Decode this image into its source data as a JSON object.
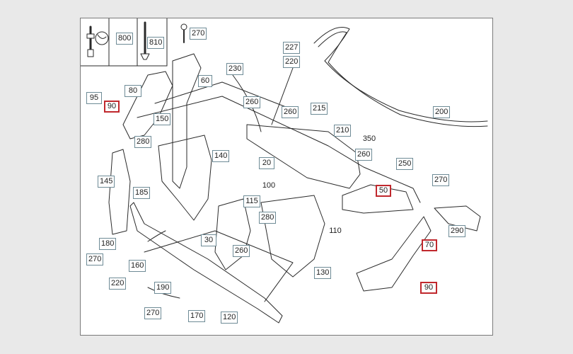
{
  "highlight_color": "#c0282d",
  "frame_color": "#6e8b96",
  "callouts": [
    {
      "id": "c800",
      "label": "800",
      "highlight": false
    },
    {
      "id": "c810",
      "label": "810",
      "highlight": false
    },
    {
      "id": "c270a",
      "label": "270",
      "highlight": false
    },
    {
      "id": "c80",
      "label": "80",
      "highlight": false
    },
    {
      "id": "c95",
      "label": "95",
      "highlight": false
    },
    {
      "id": "c90a",
      "label": "90",
      "highlight": true
    },
    {
      "id": "c60",
      "label": "60",
      "highlight": false
    },
    {
      "id": "c150",
      "label": "150",
      "highlight": false
    },
    {
      "id": "c280a",
      "label": "280",
      "highlight": false
    },
    {
      "id": "c140",
      "label": "140",
      "highlight": false
    },
    {
      "id": "c145",
      "label": "145",
      "highlight": false
    },
    {
      "id": "c185",
      "label": "185",
      "highlight": false
    },
    {
      "id": "c230",
      "label": "230",
      "highlight": false
    },
    {
      "id": "c227",
      "label": "227",
      "highlight": false
    },
    {
      "id": "c220a",
      "label": "220",
      "highlight": false
    },
    {
      "id": "c260a",
      "label": "260",
      "highlight": false
    },
    {
      "id": "c260b",
      "label": "260",
      "highlight": false
    },
    {
      "id": "c215",
      "label": "215",
      "highlight": false
    },
    {
      "id": "c210",
      "label": "210",
      "highlight": false
    },
    {
      "id": "c350",
      "label": "350",
      "highlight": false
    },
    {
      "id": "c260c",
      "label": "260",
      "highlight": false
    },
    {
      "id": "c200",
      "label": "200",
      "highlight": false
    },
    {
      "id": "c20",
      "label": "20",
      "highlight": false
    },
    {
      "id": "c250",
      "label": "250",
      "highlight": false
    },
    {
      "id": "c270b",
      "label": "270",
      "highlight": false
    },
    {
      "id": "c50",
      "label": "50",
      "highlight": true
    },
    {
      "id": "c100",
      "label": "100",
      "highlight": false
    },
    {
      "id": "c115",
      "label": "115",
      "highlight": false
    },
    {
      "id": "c280b",
      "label": "280",
      "highlight": false
    },
    {
      "id": "c110",
      "label": "110",
      "highlight": false
    },
    {
      "id": "c290",
      "label": "290",
      "highlight": false
    },
    {
      "id": "c30",
      "label": "30",
      "highlight": false
    },
    {
      "id": "c260d",
      "label": "260",
      "highlight": false
    },
    {
      "id": "c180",
      "label": "180",
      "highlight": false
    },
    {
      "id": "c270c",
      "label": "270",
      "highlight": false
    },
    {
      "id": "c160",
      "label": "160",
      "highlight": false
    },
    {
      "id": "c220b",
      "label": "220",
      "highlight": false
    },
    {
      "id": "c190",
      "label": "190",
      "highlight": false
    },
    {
      "id": "c270d",
      "label": "270",
      "highlight": false
    },
    {
      "id": "c170",
      "label": "170",
      "highlight": false
    },
    {
      "id": "c120",
      "label": "120",
      "highlight": false
    },
    {
      "id": "c130",
      "label": "130",
      "highlight": false
    },
    {
      "id": "c70",
      "label": "70",
      "highlight": true
    },
    {
      "id": "c90b",
      "label": "90",
      "highlight": true
    }
  ]
}
